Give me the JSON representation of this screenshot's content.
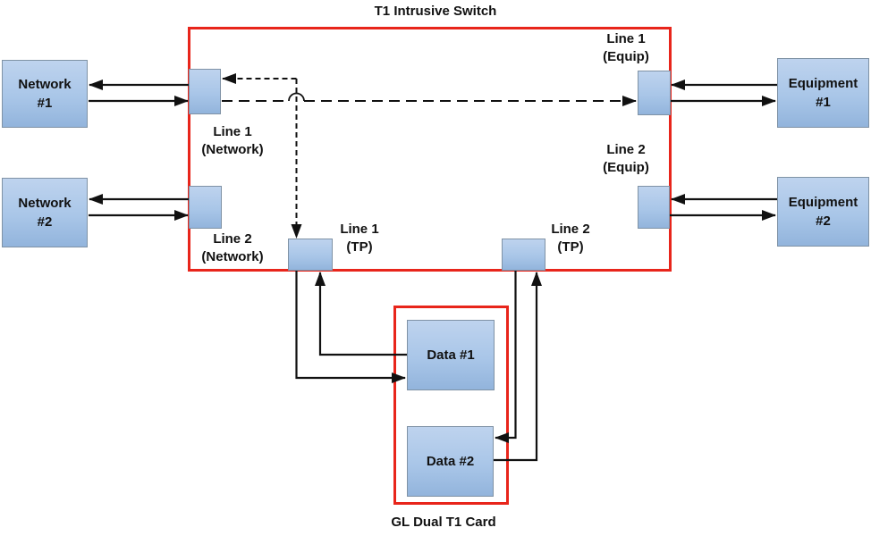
{
  "title": "T1 Intrusive Switch",
  "card": {
    "label": "GL Dual T1 Card"
  },
  "colors": {
    "red": "#e8251b",
    "box_border": "#7f92a5",
    "box_fill_top": "#bed3ee",
    "box_fill_mid": "#a9c6e8",
    "box_fill_bottom": "#92b4dc"
  },
  "nodes": {
    "network1": {
      "label": "Network\n#1"
    },
    "network2": {
      "label": "Network\n#2"
    },
    "equipment1": {
      "label": "Equipment\n#1"
    },
    "equipment2": {
      "label": "Equipment\n#2"
    },
    "data1": {
      "label": "Data #1"
    },
    "data2": {
      "label": "Data #2"
    }
  },
  "ports": {
    "line1_network": {
      "label": "Line 1\n(Network)"
    },
    "line2_network": {
      "label": "Line 2\n(Network)"
    },
    "line1_equip": {
      "label": "Line 1\n(Equip)"
    },
    "line2_equip": {
      "label": "Line 2\n(Equip)"
    },
    "line1_tp": {
      "label": "Line 1\n(TP)"
    },
    "line2_tp": {
      "label": "Line 2\n(TP)"
    }
  }
}
